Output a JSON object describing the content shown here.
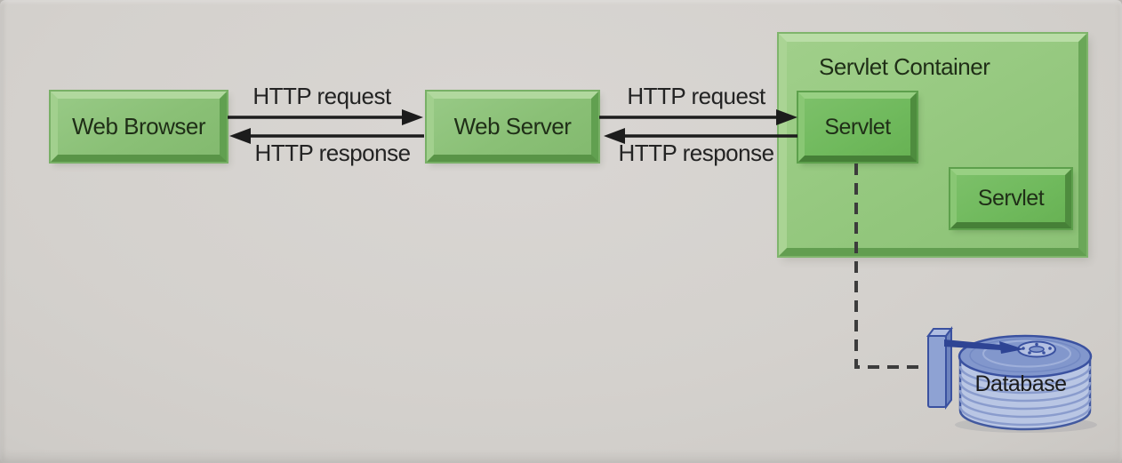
{
  "nodes": {
    "web_browser": "Web Browser",
    "web_server": "Web Server",
    "servlet_container": "Servlet Container",
    "servlet_left": "Servlet",
    "servlet_right": "Servlet",
    "database": "Database"
  },
  "edges": {
    "browser_to_server_request": "HTTP request",
    "server_to_browser_response": "HTTP response",
    "server_to_servlet_request": "HTTP request",
    "servlet_to_server_response": "HTTP response"
  },
  "icons": {
    "database_icon": "disk-stack-icon"
  },
  "colors": {
    "background_gray": "#d4d1cd",
    "box_green": "#8ac076",
    "box_green_highlight": "#b1d89e",
    "box_green_shadow": "#599447",
    "container_green": "#93c77d",
    "servlet_green": "#6fb95c",
    "label_dark_green": "#1f2e17",
    "arrow_black": "#1c1c1c",
    "dashed_line_gray": "#3c3c3c",
    "database_blue": "#8297cc",
    "database_blue_light": "#b9c6e4",
    "database_outline": "#3a51a0"
  }
}
